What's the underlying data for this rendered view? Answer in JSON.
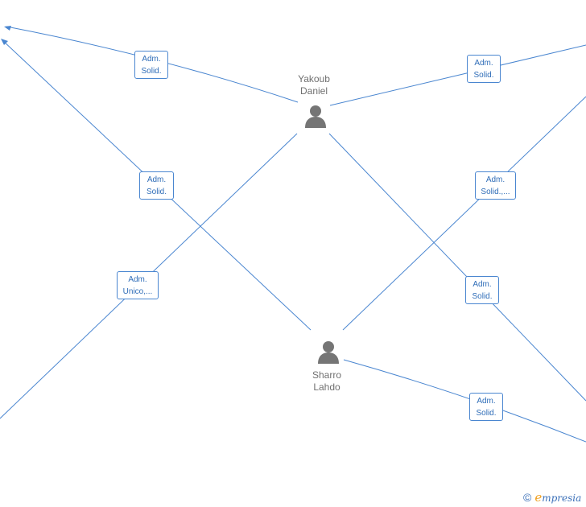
{
  "people": [
    {
      "id": "yakoub",
      "line1": "Yakoub",
      "line2": "Daniel"
    },
    {
      "id": "sharro",
      "line1": "Sharro",
      "line2": "Lahdo"
    }
  ],
  "relations": [
    {
      "line1": "Adm.",
      "line2": "Solid."
    },
    {
      "line1": "Adm.",
      "line2": "Solid."
    },
    {
      "line1": "Adm.",
      "line2": "Solid."
    },
    {
      "line1": "Adm.",
      "line2": "Solid.,..."
    },
    {
      "line1": "Adm.",
      "line2": "Unico,..."
    },
    {
      "line1": "Adm.",
      "line2": "Solid."
    },
    {
      "line1": "Adm.",
      "line2": "Solid."
    }
  ],
  "logo": {
    "copyright": "©",
    "brand_initial": "e",
    "brand_rest": "mpresia"
  },
  "colors": {
    "edge": "#4a86d0",
    "person_icon": "#757575",
    "brand_accent": "#f0a020"
  },
  "icons": {
    "person": "person-icon",
    "arrow": "arrowhead"
  }
}
